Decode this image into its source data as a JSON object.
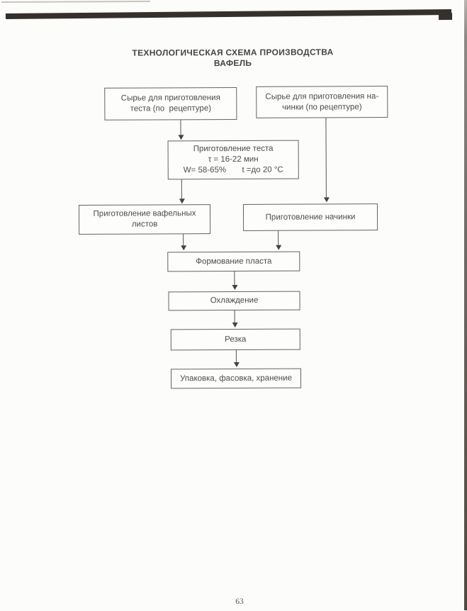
{
  "document": {
    "title_lines": [
      "ТЕХНОЛОГИЧЕСКАЯ СХЕМА ПРОИЗВОДСТВА",
      "ВАФЕЛЬ"
    ],
    "page_number": "63"
  },
  "flowchart": {
    "nodes": [
      {
        "id": "raw-dough",
        "lines": [
          "Сырье для приготовления",
          "теста (по  рецептуре)"
        ]
      },
      {
        "id": "raw-filling",
        "lines": [
          "Сырье для приготовления на-",
          "чинки (по рецептуре)"
        ]
      },
      {
        "id": "dough-prep",
        "lines": [
          "Приготовление теста",
          "τ = 16-22 мин"
        ],
        "params_left": "W= 58-65%",
        "params_right": "t =до 20 °C"
      },
      {
        "id": "wafer-sheets",
        "lines": [
          "Приготовление вафельных",
          "листов"
        ]
      },
      {
        "id": "filling-prep",
        "lines": [
          "Приготовление начинки"
        ]
      },
      {
        "id": "layer-forming",
        "lines": [
          "Формование пласта"
        ]
      },
      {
        "id": "cooling",
        "lines": [
          "Охлаждение"
        ]
      },
      {
        "id": "cutting",
        "lines": [
          "Резка"
        ]
      },
      {
        "id": "packaging",
        "lines": [
          "Упаковка, фасовка, хранение"
        ]
      }
    ],
    "edges": [
      {
        "from": "raw-dough",
        "to": "dough-prep"
      },
      {
        "from": "raw-filling",
        "to": "filling-prep"
      },
      {
        "from": "dough-prep",
        "to": "wafer-sheets"
      },
      {
        "from": "wafer-sheets",
        "to": "layer-forming"
      },
      {
        "from": "filling-prep",
        "to": "layer-forming"
      },
      {
        "from": "layer-forming",
        "to": "cooling"
      },
      {
        "from": "cooling",
        "to": "cutting"
      },
      {
        "from": "cutting",
        "to": "packaging"
      }
    ]
  },
  "colors": {
    "paper": "#fcfcfb",
    "ink": "#4c4c4a",
    "box_border": "#636361",
    "title_ink": "#454543",
    "scan_bar": "#35302c",
    "right_edge_shadow": "#4d483f",
    "page_number_ink": "#5e5a56"
  }
}
